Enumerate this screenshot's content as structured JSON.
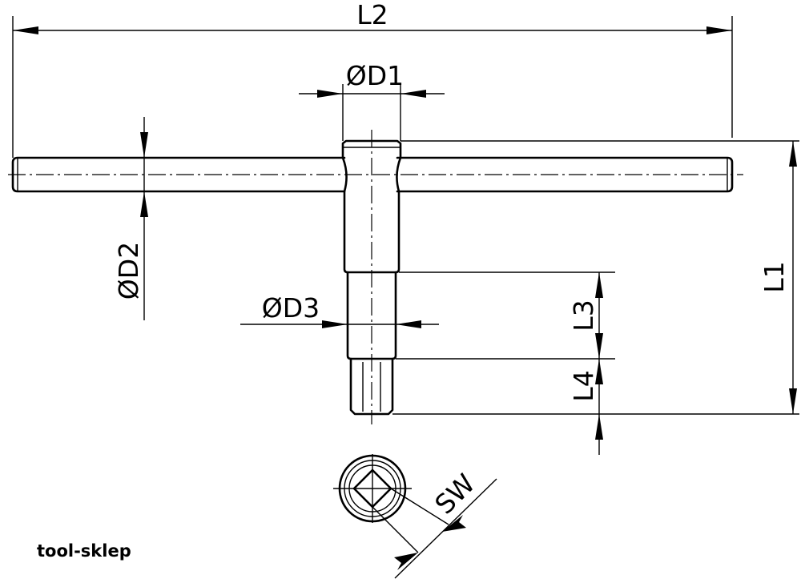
{
  "brand": "tool-sklep",
  "dimensions": {
    "l2": "L2",
    "d1": "ØD1",
    "d2": "ØD2",
    "d3": "ØD3",
    "l1": "L1",
    "l3": "L3",
    "l4": "L4",
    "sw": "SW"
  }
}
